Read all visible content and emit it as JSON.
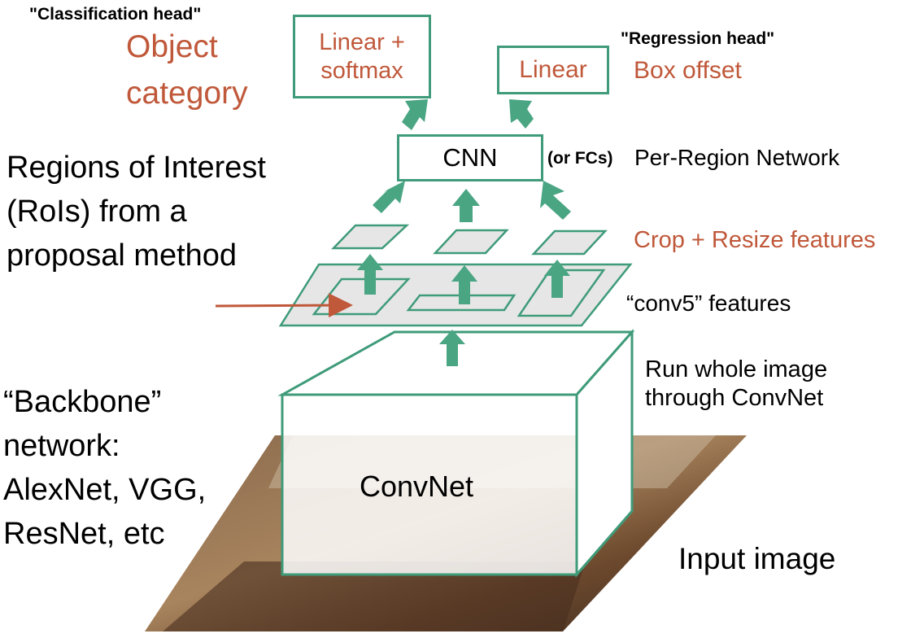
{
  "heads": {
    "classification_title": "\"Classification head\"",
    "object_category": "Object category",
    "classification_box": "Linear + softmax",
    "regression_title": "\"Regression head\"",
    "regression_box": "Linear",
    "box_offset": "Box offset"
  },
  "per_region": {
    "box_label": "CNN",
    "or_fcs": "(or FCs)",
    "caption": "Per-Region Network"
  },
  "rois_caption": "Regions of Interest (RoIs) from a proposal method",
  "crop_resize": "Crop + Resize features",
  "conv5": "“conv5” features",
  "run_whole": "Run whole image through ConvNet",
  "backbone_caption": "“Backbone” network: AlexNet, VGG, ResNet, etc",
  "convnet_label": "ConvNet",
  "input_image": "Input image",
  "colors": {
    "accent": "#3f9b7a",
    "red": "#c0583a",
    "feature": "#e6e6e6"
  }
}
